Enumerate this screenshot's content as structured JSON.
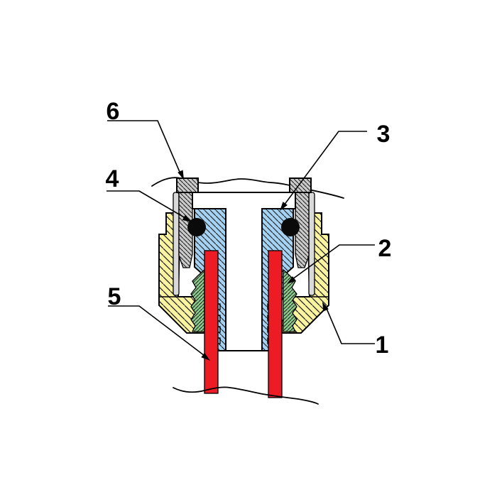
{
  "labels": [
    {
      "text": "1"
    },
    {
      "text": "2"
    },
    {
      "text": "3"
    },
    {
      "text": "4"
    },
    {
      "text": "5"
    },
    {
      "text": "6"
    }
  ],
  "colors": {
    "background": "#FFFFFF",
    "line": "#000000",
    "body_yellow": "#FAF3A0",
    "insert_blue": "#A5D2F3",
    "bushing_gray": "#CACACA",
    "bushing_gray_light": "#D9D9D9",
    "seal_green": "#8BCB8B",
    "cable_red": "#EC1B24",
    "oring_black": "#0A0A0A"
  }
}
